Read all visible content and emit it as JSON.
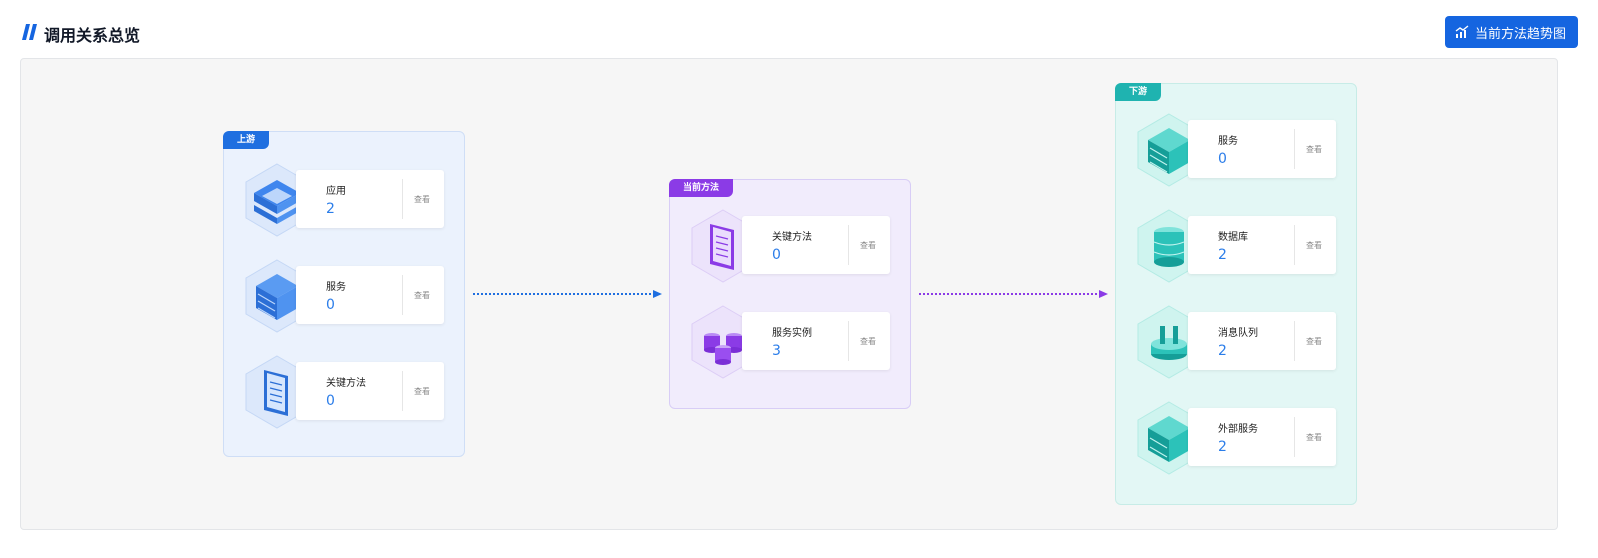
{
  "header": {
    "title": "调用关系总览",
    "trend_button": "当前方法趋势图"
  },
  "colors": {
    "accent": "#1565e0",
    "upstream": "#1f6fe0",
    "current": "#8b3be6",
    "downstream": "#1fb3b0"
  },
  "upstream": {
    "tag": "上游",
    "items": [
      {
        "name": "应用",
        "count": "2",
        "view": "查看",
        "icon": "app-stack-icon"
      },
      {
        "name": "服务",
        "count": "0",
        "view": "查看",
        "icon": "server-icon"
      },
      {
        "name": "关键方法",
        "count": "0",
        "view": "查看",
        "icon": "document-icon"
      }
    ]
  },
  "current": {
    "tag": "当前方法",
    "items": [
      {
        "name": "关键方法",
        "count": "0",
        "view": "查看",
        "icon": "document-icon"
      },
      {
        "name": "服务实例",
        "count": "3",
        "view": "查看",
        "icon": "database-cluster-icon"
      }
    ]
  },
  "downstream": {
    "tag": "下游",
    "items": [
      {
        "name": "服务",
        "count": "0",
        "view": "查看",
        "icon": "server-icon"
      },
      {
        "name": "数据库",
        "count": "2",
        "view": "查看",
        "icon": "database-icon"
      },
      {
        "name": "消息队列",
        "count": "2",
        "view": "查看",
        "icon": "message-queue-icon"
      },
      {
        "name": "外部服务",
        "count": "2",
        "view": "查看",
        "icon": "external-server-icon"
      }
    ]
  }
}
